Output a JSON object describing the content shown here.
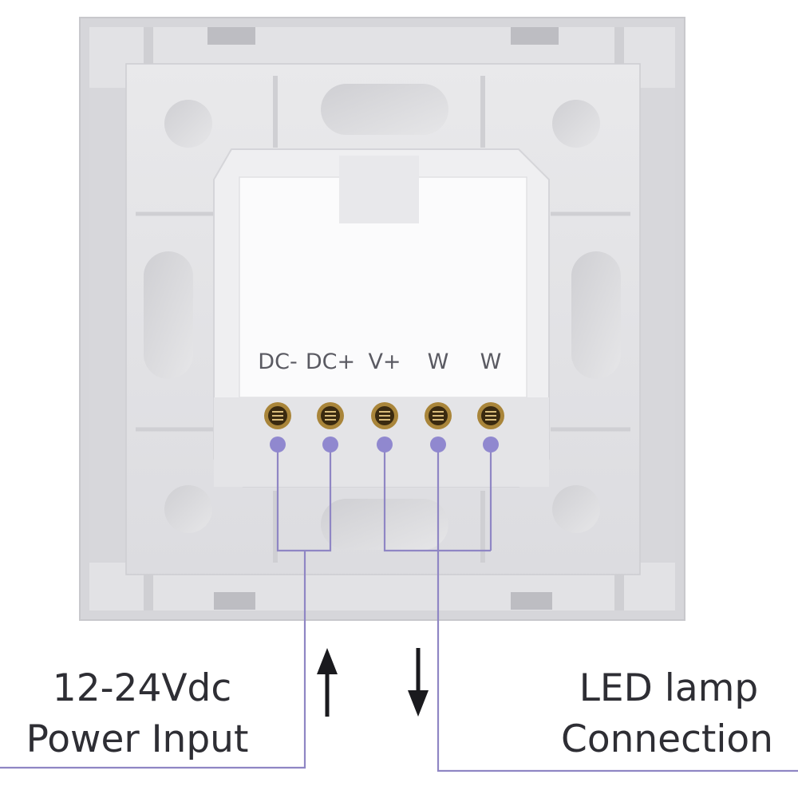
{
  "colors": {
    "wire": "#8f86c4",
    "terminal_dot": "#9088cf",
    "screw": "#a9853a",
    "plate": "#e6e6e8",
    "text": "#2e2e34"
  },
  "terminals": [
    "DC-",
    "DC+",
    "V+",
    "W",
    "W"
  ],
  "captions": {
    "power": {
      "line1": "12-24Vdc",
      "line2": "Power Input",
      "arrow": "up"
    },
    "led": {
      "line1": "LED lamp",
      "line2": "Connection",
      "arrow": "down"
    }
  }
}
